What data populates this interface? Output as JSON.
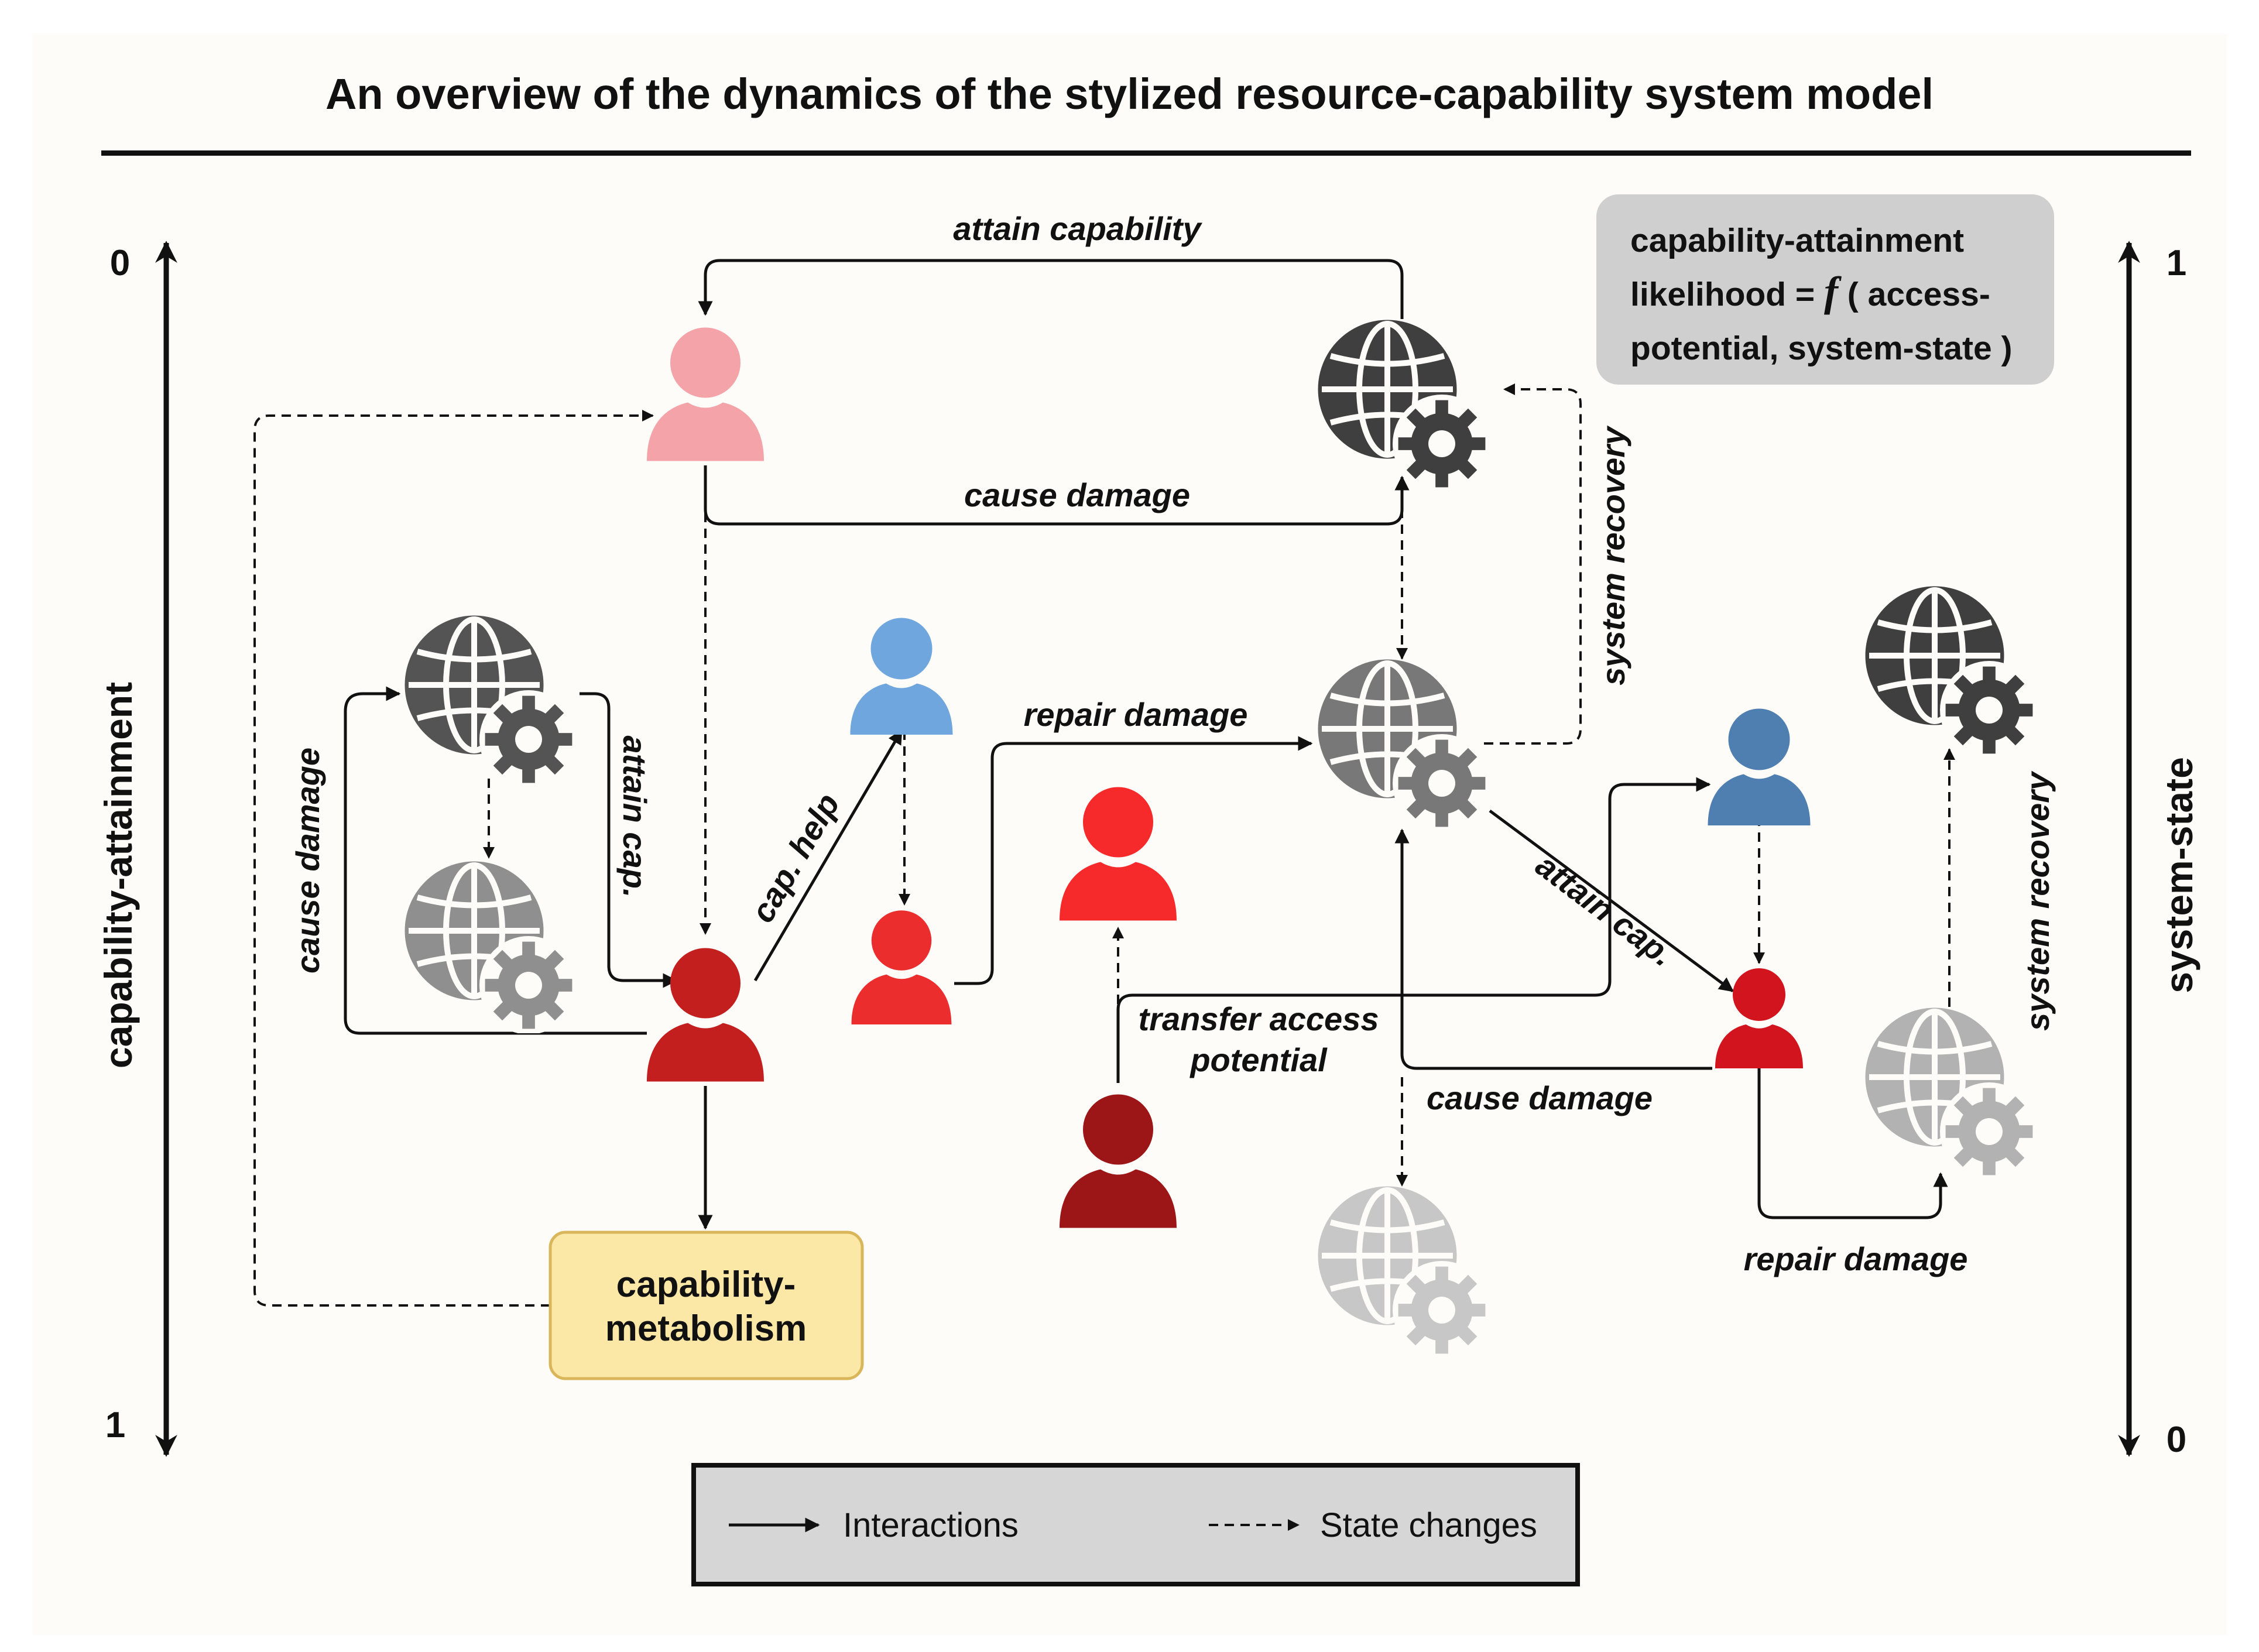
{
  "title": "An overview of the dynamics of the stylized resource-capability system model",
  "axes": {
    "left": {
      "label": "capability-attainment",
      "top_value": "0",
      "bottom_value": "1"
    },
    "right": {
      "label": "system-state",
      "top_value": "1",
      "bottom_value": "0"
    }
  },
  "likelihood_box": {
    "line1": "capability-attainment",
    "line2_prefix": "likelihood = ",
    "function_symbol": "f",
    "line2_suffix": " ( access-",
    "line3": "potential, system-state )",
    "fill_color": "#cfcfcf"
  },
  "metabolism_box": {
    "line1": "capability-",
    "line2": "metabolism",
    "fill_color": "#fbe7a6",
    "border_color": "#d9b65a"
  },
  "edge_labels": {
    "attain_capability": "attain capability",
    "cause_damage_top": "cause damage",
    "system_recovery_mid": "system recovery",
    "cause_damage_left": "cause damage",
    "attain_cap_left": "attain cap.",
    "cap_help": "cap. help",
    "repair_damage_mid": "repair damage",
    "transfer_access_1": "transfer access",
    "transfer_access_2": "potential",
    "attain_cap_right": "attain cap.",
    "cause_damage_bottom": "cause damage",
    "system_recovery_right": "system recovery",
    "repair_damage_bottom": "repair damage"
  },
  "legend": {
    "interactions": "Interactions",
    "state_changes": "State changes",
    "fill_color": "#d6d6d6"
  },
  "person_colors": {
    "light_pink": "#f4a4a8",
    "light_blue": "#6ea6dd",
    "steel_blue": "#4e7fb0",
    "red": "#ec2d2d",
    "bright_red": "#f62a2a",
    "dark_red": "#c41f1f",
    "crimson": "#d1141d",
    "maroon": "#9c1517"
  },
  "system_colors": {
    "darkest": "#3f3f3f",
    "dark": "#545454",
    "medium": "#787878",
    "light": "#8f8f8f",
    "lighter": "#b2b2b2",
    "lightest": "#c7c7c7"
  }
}
